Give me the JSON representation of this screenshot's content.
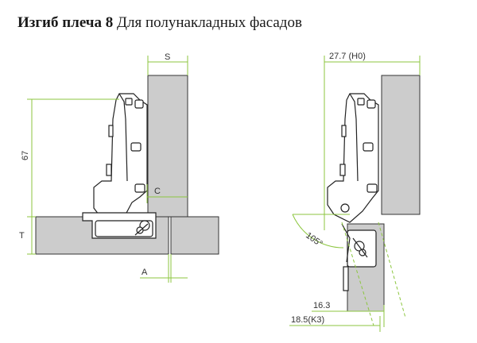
{
  "title": {
    "bold": "Изгиб плеча 8",
    "regular": "Для полунакладных фасадов"
  },
  "left_diagram": {
    "label_s": "S",
    "label_67": "67",
    "label_c": "C",
    "label_t": "T",
    "label_a": "A"
  },
  "right_diagram": {
    "label_top": "27.7  (H0)",
    "label_angle": "105°",
    "label_163": "16.3",
    "label_185": "18.5(K3)"
  },
  "colors": {
    "dimension_line": "#8cc63f",
    "panel_fill": "#cccccc",
    "outline": "#222222"
  }
}
